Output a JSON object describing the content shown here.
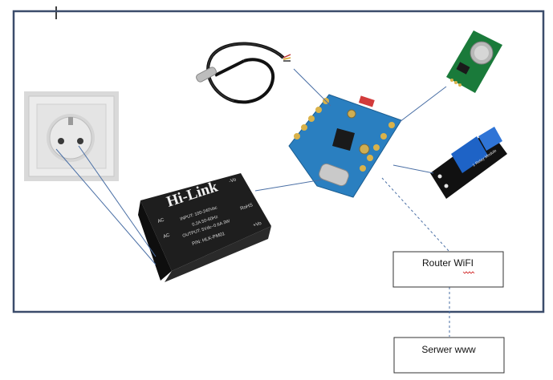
{
  "diagram": {
    "boxes": {
      "router": {
        "label": "Router WiFI"
      },
      "server": {
        "label": "Serwer www"
      }
    },
    "power_module": {
      "brand": "Hi-Link",
      "input_text": "INPUT: 100-240Vac",
      "input_text2": "0.2A 50-60Hz",
      "output_text": "OUTPUT: 5Vdc~0.6A 3W",
      "part_number": "P/N: HLK-PM01",
      "pin_ac_top": "AC",
      "pin_ac_bottom": "AC",
      "pin_minus_vo": "-Vo",
      "pin_plus_vo": "+Vo",
      "rohs": "RoHS"
    },
    "relay_module": {
      "label": "1 Relay Module"
    },
    "colors": {
      "frame": "#3b4c6b",
      "connector": "#4a6fa5",
      "board": "#2a7fc0",
      "relay_board": "#111111",
      "relay_blue": "#1e63c6",
      "rtc_board": "#1a7a3a"
    }
  }
}
